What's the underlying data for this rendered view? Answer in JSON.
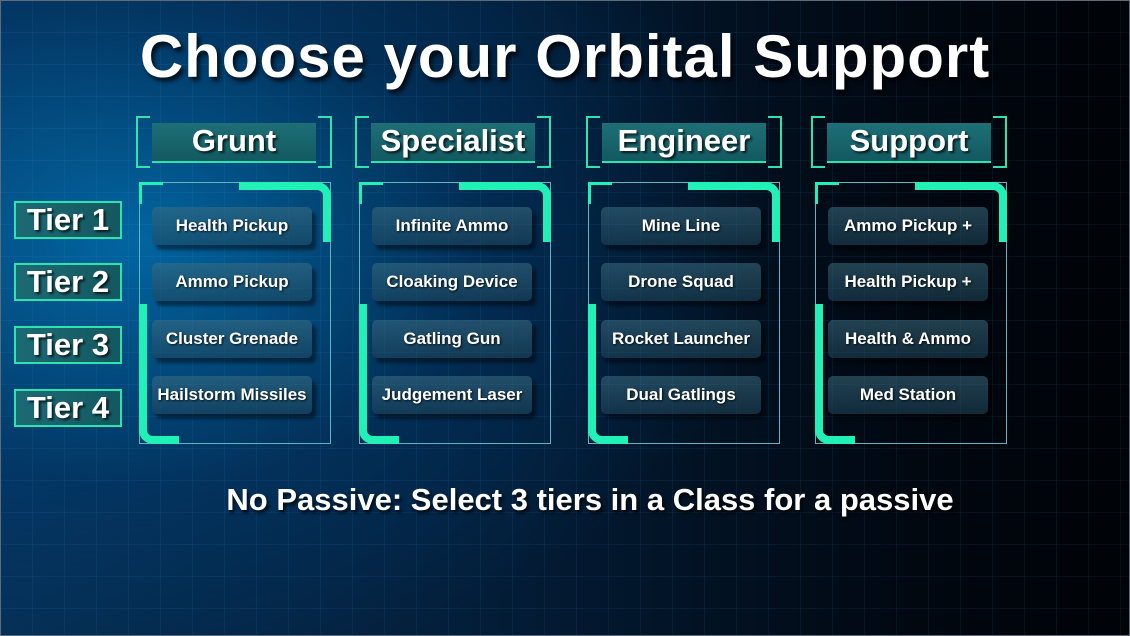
{
  "title": "Choose your Orbital Support",
  "tiers": [
    "Tier 1",
    "Tier 2",
    "Tier 3",
    "Tier 4"
  ],
  "classes": [
    {
      "name": "Grunt",
      "options": [
        "Health Pickup",
        "Ammo Pickup",
        "Cluster Grenade",
        "Hailstorm Missiles"
      ]
    },
    {
      "name": "Specialist",
      "options": [
        "Infinite Ammo",
        "Cloaking Device",
        "Gatling Gun",
        "Judgement Laser"
      ]
    },
    {
      "name": "Engineer",
      "options": [
        "Mine Line",
        "Drone Squad",
        "Rocket Launcher",
        "Dual Gatlings"
      ]
    },
    {
      "name": "Support",
      "options": [
        "Ammo Pickup +",
        "Health Pickup +",
        "Health & Ammo",
        "Med Station"
      ]
    }
  ],
  "passive_text": "No Passive: Select 3 tiers in a Class for a passive",
  "colors": {
    "accent": "#2de3ae",
    "panel": "#1c6a74",
    "background": "#031c36"
  }
}
